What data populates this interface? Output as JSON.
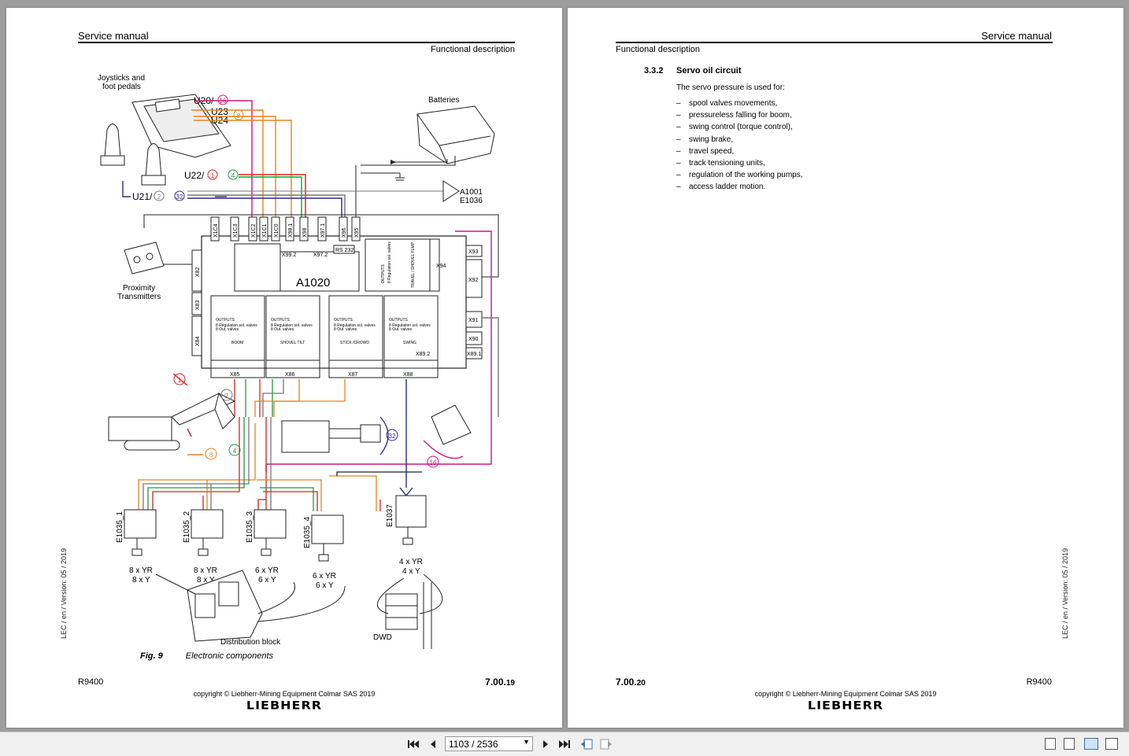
{
  "left_page": {
    "header_title": "Service manual",
    "section": "Functional description",
    "side_text": "LEC / en / Version: 05 / 2019",
    "footer_model": "R9400",
    "page_number_main": "7.00.",
    "page_number_sub": "19",
    "copyright": "copyright © Liebherr-Mining Equipment Colmar SAS 2019",
    "logo": "LIEBHERR",
    "figure": {
      "label": "Fig. 9",
      "caption": "Electronic components",
      "labels": {
        "joysticks": "Joysticks and",
        "joysticks2": "foot pedals",
        "batteries": "Batteries",
        "proximity": "Proximity",
        "proximity2": "Transmitters",
        "u20": "U20/",
        "u23": "U23",
        "u24": "U24",
        "u22": "U22/",
        "u21": "U21/",
        "a1001": "A1001",
        "e1036": "E1036",
        "a1020": "A1020",
        "x1c4": "X1C4",
        "x1c3": "X1C3",
        "x1c2": "X1C2",
        "x1c1": "X1C1",
        "x1c0": "X1C0",
        "x981": "X98.1",
        "x98": "X98",
        "x971": "X97.1",
        "x96": "X96",
        "x95": "X95",
        "x992": "X99.2",
        "x972": "X97.2",
        "rs232": "RS 232",
        "x94": "X94",
        "x93": "X93",
        "x92": "X92",
        "x91": "X91",
        "x90": "X90",
        "x891": "X89.1",
        "x892": "X89.2",
        "x82": "X82",
        "x83": "X83",
        "x84": "X84",
        "x85": "X85",
        "x86": "X86",
        "x87": "X87",
        "x88": "X88",
        "outputs": "OUTPUTS",
        "reg": "8 Regulation sol. valves",
        "onoff": "8 Out. valves",
        "boom": "BOOM",
        "shovel_tilt": "SHOVEL TILT",
        "stick_crowd": "STICK /CROWD",
        "swing": "SWING",
        "travel": "TRAVEL / SHOVEL FLMP",
        "e1035_1": "E1035_1",
        "e1035_2": "E1035_2",
        "e1035_3": "E1035_3",
        "e1035_4": "E1035_4",
        "e1037": "E1037",
        "yr8": "8 x YR",
        "y8": "8 x Y",
        "yr6": "6 x YR",
        "y6": "6 x Y",
        "yr4": "4 x YR",
        "y4": "4 x Y",
        "dist_block": "Distribution block",
        "dwd": "DWD",
        "n1": "1",
        "n2": "2",
        "n4": "4",
        "n8": "8",
        "n16": "16",
        "n32": "32"
      }
    }
  },
  "right_page": {
    "header_title": "Service manual",
    "section": "Functional description",
    "side_text": "LEC / en / Version: 05 / 2019",
    "footer_model": "R9400",
    "page_number_main": "7.00.",
    "page_number_sub": "20",
    "copyright": "copyright © Liebherr-Mining Equipment Colmar SAS 2019",
    "logo": "LIEBHERR",
    "section_number": "3.3.2",
    "section_title": "Servo oil circuit",
    "intro": "The servo pressure is used for:",
    "bullets": [
      "spool valves movements,",
      "pressureless falling for boom,",
      "swing control (torque control),",
      "swing brake,",
      "travel speed,",
      "track tensioning units,",
      "regulation of the working pumps,",
      "access ladder motion."
    ]
  },
  "toolbar": {
    "page_indicator": "1103 / 2536",
    "icons": [
      "first-page-icon",
      "prev-page-icon",
      "next-page-icon",
      "last-page-icon",
      "go-back-icon",
      "go-forward-icon",
      "single-page-view-icon",
      "continuous-view-icon",
      "two-page-view-icon",
      "two-page-continuous-view-icon"
    ]
  },
  "colors": {
    "magenta": "#d4137f",
    "orange": "#e8821e",
    "red": "#d42020",
    "green": "#1f9a3c",
    "gray": "#777777",
    "navy": "#2b2a86"
  }
}
